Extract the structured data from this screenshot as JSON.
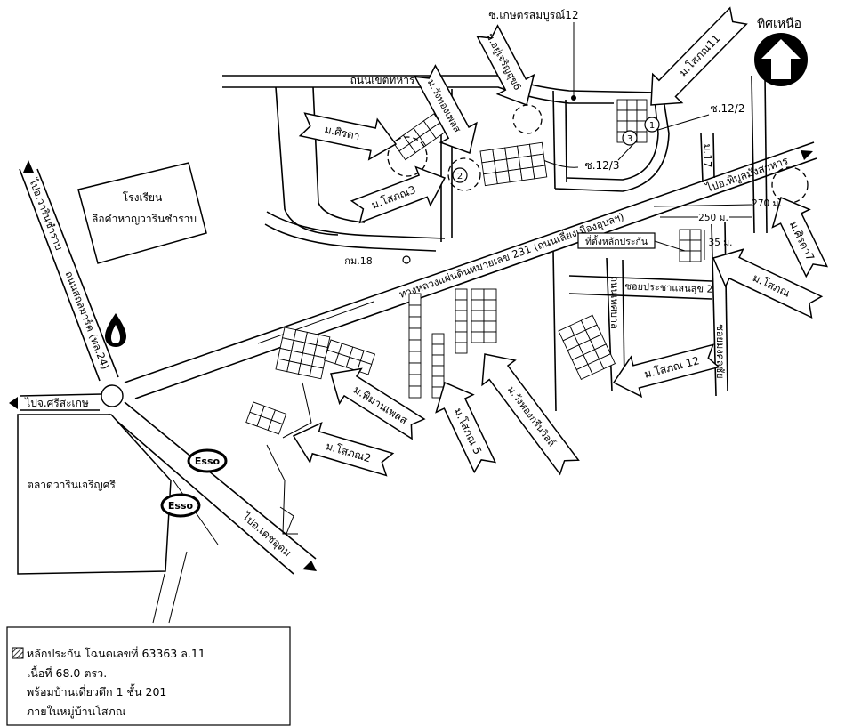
{
  "map": {
    "north": {
      "label": "ทิศเหนือ",
      "icon": "north-arrow-icon"
    },
    "roads": {
      "khet_thahan": "ถนนเขตทหาร",
      "highway_231": "ทางหลวงแผ่นดินหมายเลข 231 (ถนนเลี่ยงเมืองอุบลฯ)",
      "to_phibun": "ไปอ.พิบูลมังสาหาร",
      "to_warin": "ไปอ.วารินชำราบ",
      "sathonlamark": "ถนนสถลมาร์ค (ทล.24)",
      "to_sisaket": "ไปจ.ศรีสะเกษ",
      "to_detudom": "ไปอ.เดชอุดม",
      "soi_kaset": "ซ.เกษตรสมบูรณ์12",
      "soi_12_2": "ซ.12/2",
      "soi_12_3": "ซ.12/3",
      "moo_17": "ม.17",
      "thetsaban": "ถนนเทศบาล",
      "prachasaensuk": "ซอยประชาแสนสุข 2",
      "mongkhonchai": "ซอยมงคลชัย",
      "km_18": "กม.18"
    },
    "places": {
      "school_line1": "โรงเรียน",
      "school_line2": "ลือคำหาญวารินชำราบ",
      "market": "ตลาดวารินเจริญศรี",
      "collateral_site": "ที่ตั้งหลักประกัน",
      "esso": "Esso",
      "fuel_icon": "fuel-drop-icon"
    },
    "dimensions": {
      "d250": "250 ม.",
      "d270": "270 ม.",
      "d35": "35 ม."
    },
    "markers": [
      "1",
      "2",
      "3"
    ],
    "villages": [
      "ม.ศิรดา",
      "ม.โสภณ3",
      "ม.วังทองเพลส",
      "ม.อยู่เจริญสุข6",
      "ม.โสภณ11",
      "ม.ศิรดา7",
      "ม.โสภณ",
      "ม.โสภณ 12",
      "ม.วังทองกรีนวิลล์",
      "ม.โสภณ 5",
      "ม.พิมานเพลส",
      "ม.โสภณ2"
    ],
    "legend": {
      "line1": "หลักประกัน โฉนดเลขที่ 63363 ล.11",
      "line2": "เนื้อที่ 68.0 ตรว.",
      "line3": "พร้อมบ้านเดี่ยวตึก 1 ชั้น 201",
      "line4": "ภายในหมู่บ้านโสภณ"
    },
    "colors": {
      "ink": "#000000",
      "paper": "#ffffff"
    }
  }
}
